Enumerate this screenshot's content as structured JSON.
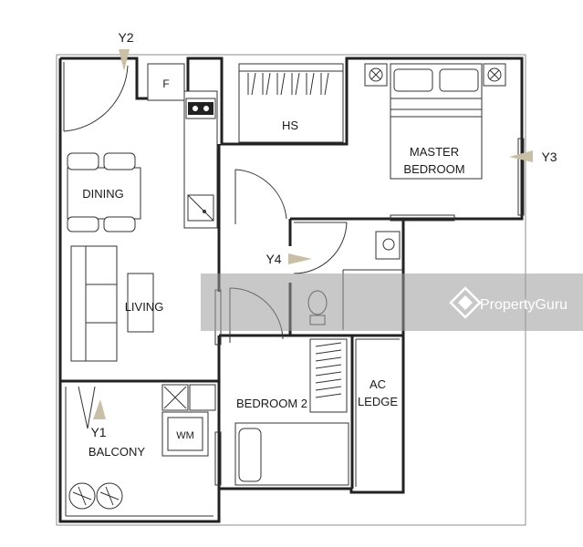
{
  "rooms": {
    "dining": "DINING",
    "living": "LIVING",
    "hs": "HS",
    "master_line1": "MASTER",
    "master_line2": "BEDROOM",
    "bedroom2": "BEDROOM 2",
    "ac_line1": "AC",
    "ac_line2": "LEDGE",
    "balcony": "BALCONY",
    "wm": "WM",
    "fridge": "F"
  },
  "view_markers": {
    "y1": "Y1",
    "y2": "Y2",
    "y3": "Y3",
    "y4": "Y4"
  },
  "watermark": {
    "text": "PropertyGuru"
  },
  "colors": {
    "arrow": "#c8bfa6",
    "watermark_band": "#9a9a9a"
  }
}
